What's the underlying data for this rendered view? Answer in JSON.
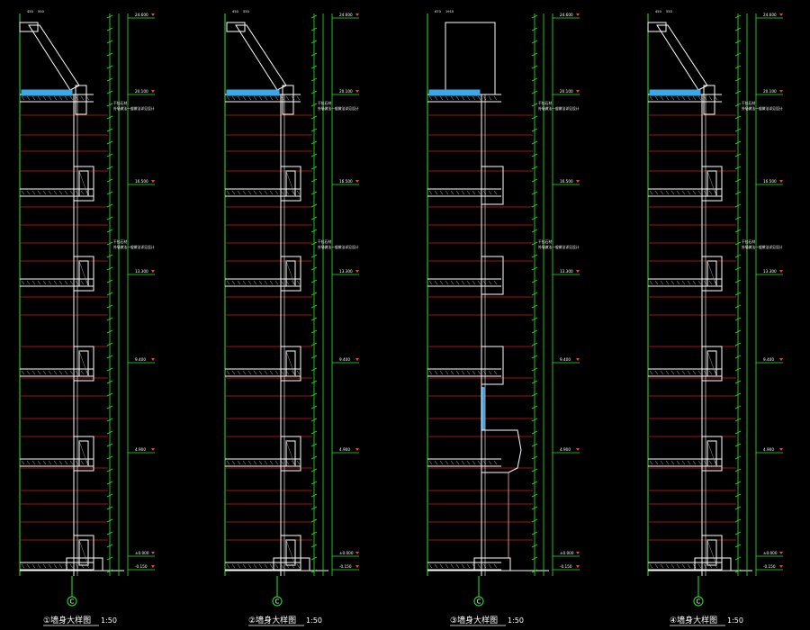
{
  "colors": {
    "background": "#000000",
    "structure": "#ffffff",
    "level_line": "#d01818",
    "dimension": "#22ee22",
    "glass": "#3aa8e8",
    "label": "#ffffff",
    "elevation_mark": "#ff3b3b",
    "bracket": "#ffff55"
  },
  "sections": [
    {
      "id": "s1",
      "variant": "parapet-window",
      "axis_label": "C",
      "title": "①墙身大样图",
      "scale": "1:50",
      "elevations": [
        {
          "label": "24.600",
          "level": 20
        },
        {
          "label": "20.100",
          "level": 105
        },
        {
          "label": "16.500",
          "level": 205
        },
        {
          "label": "13.300",
          "level": 305
        },
        {
          "label": "9.400",
          "level": 403
        },
        {
          "label": "4.900",
          "level": 503
        },
        {
          "label": "±0.000",
          "level": 618
        },
        {
          "label": "-0.150",
          "level": 633
        }
      ],
      "top_dims": [
        "450",
        "550"
      ],
      "notes": [
        "干挂石材",
        "外墙做法一般做法详见设计"
      ]
    },
    {
      "id": "s2",
      "variant": "parapet-window",
      "axis_label": "C",
      "title": "②墙身大样图",
      "scale": "1:50",
      "elevations": [
        {
          "label": "24.600",
          "level": 20
        },
        {
          "label": "20.100",
          "level": 105
        },
        {
          "label": "16.500",
          "level": 205
        },
        {
          "label": "13.300",
          "level": 305
        },
        {
          "label": "9.400",
          "level": 403
        },
        {
          "label": "4.900",
          "level": 503
        },
        {
          "label": "±0.000",
          "level": 618
        },
        {
          "label": "-0.150",
          "level": 633
        }
      ],
      "top_dims": [
        "450",
        "550"
      ],
      "notes": [
        "干挂石材",
        "外墙做法一般做法详见设计"
      ]
    },
    {
      "id": "s3",
      "variant": "curtain-wall",
      "axis_label": "C",
      "title": "③墙身大样图",
      "scale": "1:50",
      "elevations": [
        {
          "label": "24.600",
          "level": 20
        },
        {
          "label": "20.100",
          "level": 105
        },
        {
          "label": "16.500",
          "level": 205
        },
        {
          "label": "13.300",
          "level": 305
        },
        {
          "label": "9.400",
          "level": 403
        },
        {
          "label": "4.900",
          "level": 503
        },
        {
          "label": "±0.000",
          "level": 618
        },
        {
          "label": "-0.150",
          "level": 633
        }
      ],
      "top_dims": [
        "670",
        "1910"
      ],
      "notes": [
        "干挂石材",
        "外墙做法一般做法详见设计"
      ]
    },
    {
      "id": "s4",
      "variant": "parapet-window",
      "axis_label": "C",
      "title": "④墙身大样图",
      "scale": "1:50",
      "elevations": [
        {
          "label": "24.600",
          "level": 20
        },
        {
          "label": "20.100",
          "level": 105
        },
        {
          "label": "16.500",
          "level": 205
        },
        {
          "label": "13.300",
          "level": 305
        },
        {
          "label": "9.400",
          "level": 403
        },
        {
          "label": "4.900",
          "level": 503
        },
        {
          "label": "±0.000",
          "level": 618
        },
        {
          "label": "-0.150",
          "level": 633
        }
      ],
      "top_dims": [
        "450",
        "550"
      ],
      "notes": [
        "干挂石材",
        "外墙做法一般做法详见设计"
      ]
    }
  ]
}
